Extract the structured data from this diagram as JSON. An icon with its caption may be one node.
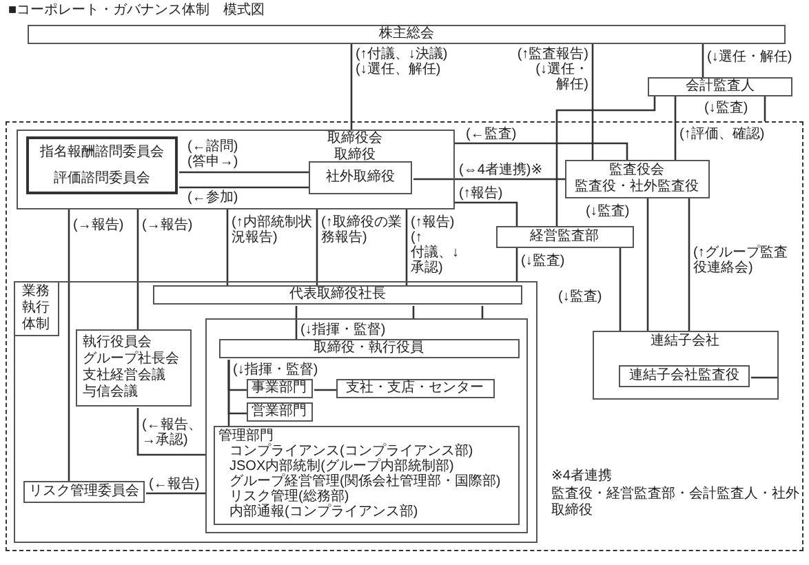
{
  "diagram": {
    "title": "■コーポレート・ガバナンス体制　模式図",
    "nodes": [
      {
        "text": [
          "株主総会"
        ]
      },
      {
        "text": [
          "会計監査人"
        ]
      },
      {
        "text": [],
        "shape": "box"
      },
      {
        "text": [
          "取締役会",
          "取締役"
        ],
        "in": 2
      },
      {
        "text": [
          "指名報酬諮問委員会",
          "評価諮問委員会"
        ],
        "in": 3
      },
      {
        "text": [
          "社外取締役"
        ],
        "in": 3
      },
      {
        "text": [
          "監査役会",
          "監査役・社外監査役"
        ],
        "in": 2
      },
      {
        "text": [
          "経営監査部"
        ],
        "in": 2
      },
      {
        "text": [
          "業務執行体制"
        ],
        "in": 2
      },
      {
        "text": [
          "代表取締役社長"
        ],
        "in": 8
      },
      {
        "text": [
          "執行役員会",
          "グループ社長会",
          "支社経営会議",
          "与信会議"
        ],
        "in": 8
      },
      {
        "text": [],
        "shape": "box",
        "in": 8
      },
      {
        "text": [
          "取締役・執行役員"
        ],
        "in": 11
      },
      {
        "text": [
          "事業部門"
        ],
        "in": 11
      },
      {
        "text": [
          "支社・支店・センター"
        ],
        "in": 11
      },
      {
        "text": [
          "営業部門"
        ],
        "in": 11
      },
      {
        "text": [
          "管理部門",
          "コンプライアンス(コンプライアンス部)",
          "JSOX内部統制(グループ内部統制部)",
          "グループ経営管理(関係会社管理部・国際部)",
          "リスク管理(総務部)",
          "内部通報(コンプライアンス部)"
        ],
        "in": 11
      },
      {
        "text": [
          "リスク管理委員会"
        ],
        "in": 8
      },
      {
        "text": [
          "連結子会社"
        ],
        "in": 2
      },
      {
        "text": [
          "連結子会社監査役"
        ],
        "in": 18
      }
    ],
    "edges": [
      {
        "from": 0,
        "to": 3,
        "arrow": "none",
        "label": "(↑付議、↓決議)(↓選任、解任)"
      },
      {
        "from": 0,
        "to": 6,
        "arrow": "none",
        "label": "(↑監査報告)(↓選任・解任)"
      },
      {
        "from": 0,
        "to": 1,
        "arrow": "none",
        "label": "(↓選任・解任)"
      },
      {
        "from": 1,
        "to": 7,
        "arrow": "none"
      },
      {
        "from": 1,
        "to": 6,
        "arrow": "none",
        "label": "(↑評価、確認)"
      },
      {
        "from": 1,
        "to": 2,
        "arrow": "none",
        "label": "(↓監査)"
      },
      {
        "from": 6,
        "to": 3,
        "arrow": "none",
        "label": "(←監査)"
      },
      {
        "from": 3,
        "to": 7,
        "arrow": "none",
        "label": "(↑報告)"
      },
      {
        "from": 5,
        "to": 6,
        "arrow": "none",
        "label": "(⇔4者連携)※"
      },
      {
        "from": 4,
        "to": 5,
        "arrow": "none",
        "label": "(←諮問)(答申→)"
      },
      {
        "from": 4,
        "to": 5,
        "arrow": "none",
        "label": "(←参加)"
      },
      {
        "from": 3,
        "to": 17,
        "arrow": "none",
        "label": "(→報告)"
      },
      {
        "from": 3,
        "to": 10,
        "arrow": "none",
        "label": "(→報告)"
      },
      {
        "from": 3,
        "to": 9,
        "arrow": "none",
        "label": "(↑内部統制状況報告)"
      },
      {
        "from": 3,
        "to": 9,
        "arrow": "none",
        "label": "(↑取締役の業務報告)"
      },
      {
        "from": 3,
        "to": 9,
        "arrow": "none",
        "label": "(↑報告)(↑付議、↓承認)"
      },
      {
        "from": 7,
        "to": 8,
        "arrow": "none",
        "label": "(↓監査)"
      },
      {
        "from": 7,
        "to": 18,
        "arrow": "none",
        "label": "(↓監査)"
      },
      {
        "from": 6,
        "to": 18,
        "arrow": "none",
        "label": "(↓監査)"
      },
      {
        "from": 6,
        "to": 18,
        "arrow": "none",
        "label": "(↑グループ監査役連絡会)"
      },
      {
        "from": 9,
        "to": 12,
        "arrow": "none",
        "label": "(↓指揮・監督)"
      },
      {
        "from": 9,
        "to": 11,
        "arrow": "none"
      },
      {
        "from": 9,
        "to": 11,
        "arrow": "none"
      },
      {
        "from": 12,
        "to": 13,
        "arrow": "none",
        "label": "(↓指揮・監督)"
      },
      {
        "from": 12,
        "to": 15,
        "arrow": "none"
      },
      {
        "from": 12,
        "to": 16,
        "arrow": "none"
      },
      {
        "from": 13,
        "to": 14,
        "arrow": "none"
      },
      {
        "from": 10,
        "to": 11,
        "arrow": "none",
        "label": "(←報告、→承認)"
      },
      {
        "from": 17,
        "to": 11,
        "arrow": "none",
        "label": "(←報告)"
      },
      {
        "from": 18,
        "to": 19,
        "arrow": "none"
      }
    ],
    "labels": [
      "※4者連携",
      "監査役・経営監査部・会計監査人・社外取締役"
    ]
  }
}
